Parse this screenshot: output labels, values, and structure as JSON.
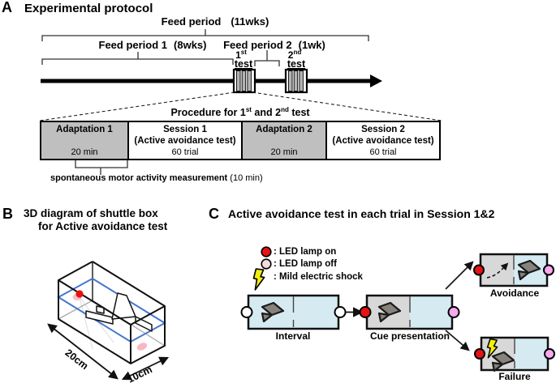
{
  "panelA": {
    "letter": "A",
    "title": "Experimental protocol",
    "feed_period": {
      "label": "Feed period",
      "duration": "(11wks)"
    },
    "feed_period_1": {
      "label": "Feed period 1",
      "duration": "(8wks)"
    },
    "feed_period_2": {
      "label": "Feed period 2",
      "duration": "(1wk)"
    },
    "test_1": {
      "num": "1",
      "sup": "st",
      "word": "test"
    },
    "test_2": {
      "num": "2",
      "sup": "nd",
      "word": "test"
    },
    "procedure_title": {
      "p1": "Procedure for 1",
      "s1": "st",
      "p2": " and 2",
      "s2": "nd",
      "p3": " test"
    },
    "table": {
      "cells": [
        {
          "title": "Adaptation 1",
          "subtitle": "",
          "value": "20 min",
          "shaded": true
        },
        {
          "title": "Session 1",
          "subtitle": "(Active avoidance test)",
          "value": "60 trial",
          "shaded": false
        },
        {
          "title": "Adaptation 2",
          "subtitle": "",
          "value": "20 min",
          "shaded": true
        },
        {
          "title": "Session 2",
          "subtitle": "(Active avoidance test)",
          "value": "60 trial",
          "shaded": false
        }
      ]
    },
    "footnote": {
      "bold": "spontaneous motor activity measurement",
      "normal": " (10 min)"
    }
  },
  "panelB": {
    "letter": "B",
    "title_line1": "3D diagram of shuttle box",
    "title_line2": "for Active avoidance test",
    "dim_length": "20cm",
    "dim_width": "10cm"
  },
  "panelC": {
    "letter": "C",
    "title": "Active avoidance test in each trial in Session 1&2",
    "legend": [
      {
        "icon": "led-on-icon",
        "label": ": LED lamp on"
      },
      {
        "icon": "led-off-icon",
        "label": ": LED lamp off"
      },
      {
        "icon": "shock-icon",
        "label": ": Mild electric shock"
      }
    ],
    "states": {
      "interval": "Interval",
      "cue": "Cue presentation",
      "avoidance": "Avoidance",
      "failure": "Failure"
    }
  },
  "colors": {
    "led_red": "#e81212",
    "led_off_pale": "#f3dcdc",
    "led_off_pink": "#f6a9ee",
    "compartment_blue": "#d5eaf1",
    "compartment_gray": "#d8d8d8",
    "table_gray": "#bfbfbf",
    "water_line_blue": "#4575d0",
    "shock_yellow": "#f4ee0e"
  }
}
